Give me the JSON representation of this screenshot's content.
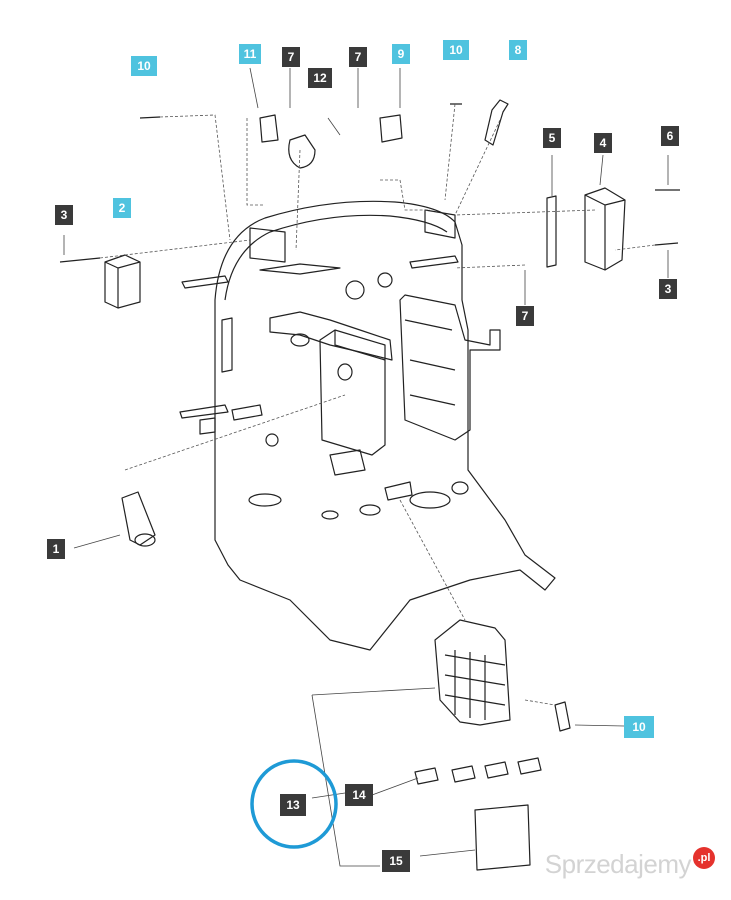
{
  "callouts": [
    {
      "id": "c1",
      "label": "1",
      "style": "dark"
    },
    {
      "id": "c2",
      "label": "2",
      "style": "blue"
    },
    {
      "id": "c3a",
      "label": "3",
      "style": "dark"
    },
    {
      "id": "c3b",
      "label": "3",
      "style": "dark"
    },
    {
      "id": "c4",
      "label": "4",
      "style": "dark"
    },
    {
      "id": "c5",
      "label": "5",
      "style": "dark"
    },
    {
      "id": "c6",
      "label": "6",
      "style": "dark"
    },
    {
      "id": "c7a",
      "label": "7",
      "style": "dark"
    },
    {
      "id": "c7b",
      "label": "7",
      "style": "dark"
    },
    {
      "id": "c7c",
      "label": "7",
      "style": "dark"
    },
    {
      "id": "c8",
      "label": "8",
      "style": "blue"
    },
    {
      "id": "c9",
      "label": "9",
      "style": "blue"
    },
    {
      "id": "c10a",
      "label": "10",
      "style": "blue"
    },
    {
      "id": "c10b",
      "label": "10",
      "style": "blue"
    },
    {
      "id": "c10c",
      "label": "10",
      "style": "blue"
    },
    {
      "id": "c11",
      "label": "11",
      "style": "blue"
    },
    {
      "id": "c12",
      "label": "12",
      "style": "dark"
    },
    {
      "id": "c13",
      "label": "13",
      "style": "dark"
    },
    {
      "id": "c14",
      "label": "14",
      "style": "dark"
    },
    {
      "id": "c15",
      "label": "15",
      "style": "dark"
    }
  ],
  "watermark": {
    "text": "Sprzedajemy",
    "badge": ".pl"
  },
  "colors": {
    "dark_label": "#3a3a3a",
    "blue_label": "#4fc3df",
    "highlight_ring": "#1e9ad6",
    "line": "#222222"
  }
}
